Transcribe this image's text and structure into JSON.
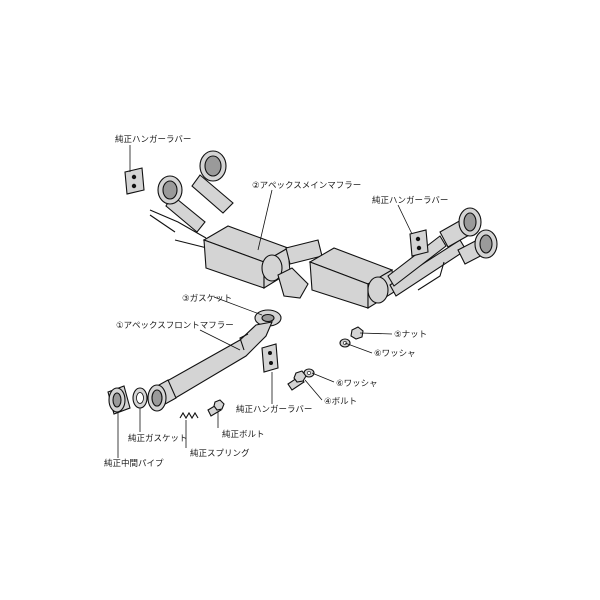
{
  "labels": {
    "hanger_rubber_left": "純正ハンガーラバー",
    "main_muffler": "②アペックスメインマフラー",
    "hanger_rubber_right": "純正ハンガーラバー",
    "gasket_3": "③ガスケット",
    "nut_5": "⑤ナット",
    "washer_6a": "⑥ワッシャ",
    "front_muffler": "①アペックスフロントマフラー",
    "washer_6b": "⑥ワッシャ",
    "bolt_4": "④ボルト",
    "hanger_rubber_center": "純正ハンガーラバー",
    "oem_gasket": "純正ガスケット",
    "oem_bolt": "純正ボルト",
    "oem_spring": "純正スプリング",
    "oem_center_pipe": "純正中間パイプ"
  }
}
